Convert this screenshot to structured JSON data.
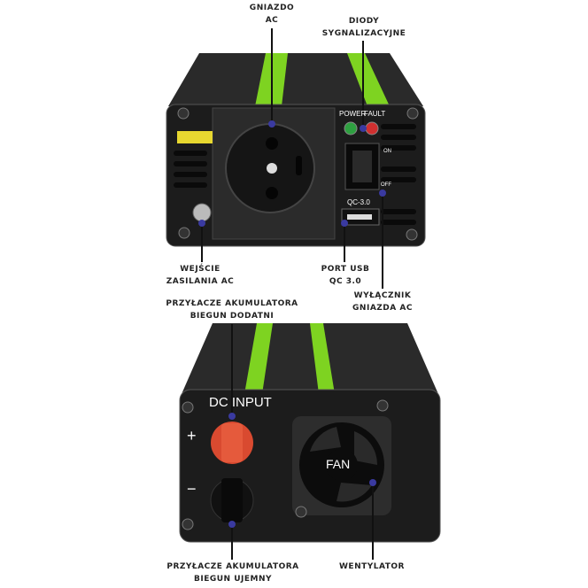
{
  "callouts": {
    "ac_socket": {
      "line1": "GNIAZDO",
      "line2": "AC"
    },
    "leds": {
      "line1": "DIODY",
      "line2": "SYGNALIZACYJNE"
    },
    "ac_input": {
      "line1": "WEJŚCIE",
      "line2": "ZASILANIA AC"
    },
    "usb": {
      "line1": "PORT USB",
      "line2": "QC 3.0"
    },
    "switch": {
      "line1": "WYŁĄCZNIK",
      "line2": "GNIAZDA AC"
    },
    "positive": {
      "line1": "PRZYŁACZE AKUMULATORA",
      "line2": "BIEGUN DODATNI"
    },
    "negative": {
      "line1": "PRZYŁACZE AKUMULATORA",
      "line2": "BIEGUN UJEMNY"
    },
    "fan": {
      "line1": "WENTYLATOR"
    }
  },
  "device": {
    "power_label": "POWER",
    "fault_label": "FAULT",
    "qc_label": "QC-3.0",
    "on_label": "ON",
    "off_label": "OFF",
    "dc_input_label": "DC INPUT",
    "fan_label": "FAN",
    "plus": "+",
    "minus": "−"
  },
  "colors": {
    "accent": "#7ed321",
    "body": "#1e1e1e",
    "dot": "#3a3aa0",
    "red": "#e04030"
  }
}
